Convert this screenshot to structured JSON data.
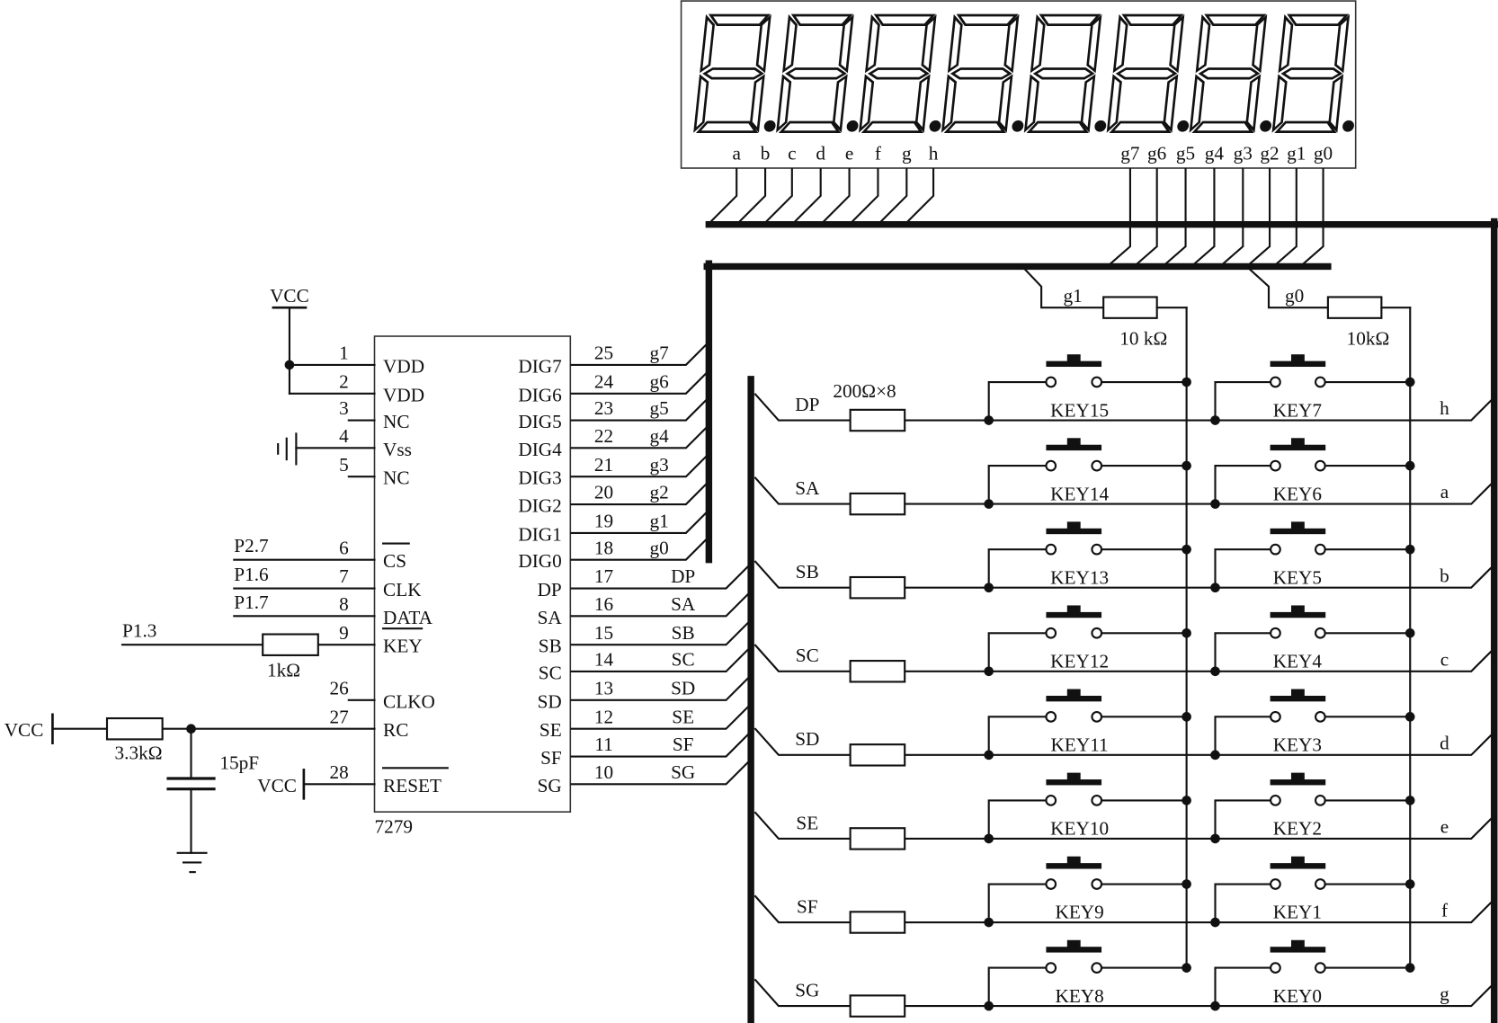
{
  "display": {
    "segment_labels": [
      "a",
      "b",
      "c",
      "d",
      "e",
      "f",
      "g",
      "h"
    ],
    "digit_labels": [
      "g7",
      "g6",
      "g5",
      "g4",
      "g3",
      "g2",
      "g1",
      "g0"
    ],
    "digit_count": 8
  },
  "chip": {
    "name": "7279",
    "left_pins": [
      {
        "num": "1",
        "name": "VDD"
      },
      {
        "num": "2",
        "name": "VDD"
      },
      {
        "num": "3",
        "name": "NC"
      },
      {
        "num": "4",
        "name": "Vss"
      },
      {
        "num": "5",
        "name": "NC"
      },
      {
        "num": "6",
        "name": "CS",
        "overline": true
      },
      {
        "num": "7",
        "name": "CLK"
      },
      {
        "num": "8",
        "name": "DATA"
      },
      {
        "num": "9",
        "name": "KEY",
        "overline": true
      },
      {
        "num": "26",
        "name": "CLKO"
      },
      {
        "num": "27",
        "name": "RC"
      },
      {
        "num": "28",
        "name": "RESET",
        "overline": true
      }
    ],
    "right_pins": [
      {
        "num": "25",
        "name": "DIG7",
        "net": "g7"
      },
      {
        "num": "24",
        "name": "DIG6",
        "net": "g6"
      },
      {
        "num": "23",
        "name": "DIG5",
        "net": "g5"
      },
      {
        "num": "22",
        "name": "DIG4",
        "net": "g4"
      },
      {
        "num": "21",
        "name": "DIG3",
        "net": "g3"
      },
      {
        "num": "20",
        "name": "DIG2",
        "net": "g2"
      },
      {
        "num": "19",
        "name": "DIG1",
        "net": "g1"
      },
      {
        "num": "18",
        "name": "DIG0",
        "net": "g0"
      },
      {
        "num": "17",
        "name": "DP",
        "net": "DP"
      },
      {
        "num": "16",
        "name": "SA",
        "net": "SA"
      },
      {
        "num": "15",
        "name": "SB",
        "net": "SB"
      },
      {
        "num": "14",
        "name": "SC",
        "net": "SC"
      },
      {
        "num": "13",
        "name": "SD",
        "net": "SD"
      },
      {
        "num": "12",
        "name": "SE",
        "net": "SE"
      },
      {
        "num": "11",
        "name": "SF",
        "net": "SF"
      },
      {
        "num": "10",
        "name": "SG",
        "net": "SG"
      }
    ]
  },
  "left_nets": {
    "vcc_top": "VCC",
    "p27": "P2.7",
    "p16": "P1.6",
    "p17": "P1.7",
    "p13": "P1.3",
    "r_key": "1kΩ",
    "vcc_rc": "VCC",
    "r_rc": "3.3kΩ",
    "cap": "15pF",
    "vcc_reset": "VCC"
  },
  "keypad": {
    "row_resistor_label": "200Ω×8",
    "col_left": {
      "net": "g1",
      "resistor": "10 kΩ"
    },
    "col_right": {
      "net": "g0",
      "resistor": "10kΩ"
    },
    "rows": [
      {
        "net": "DP",
        "seg": "h",
        "key_left": "KEY15",
        "key_right": "KEY7"
      },
      {
        "net": "SA",
        "seg": "a",
        "key_left": "KEY14",
        "key_right": "KEY6"
      },
      {
        "net": "SB",
        "seg": "b",
        "key_left": "KEY13",
        "key_right": "KEY5"
      },
      {
        "net": "SC",
        "seg": "c",
        "key_left": "KEY12",
        "key_right": "KEY4"
      },
      {
        "net": "SD",
        "seg": "d",
        "key_left": "KEY11",
        "key_right": "KEY3"
      },
      {
        "net": "SE",
        "seg": "e",
        "key_left": "KEY10",
        "key_right": "KEY2"
      },
      {
        "net": "SF",
        "seg": "f",
        "key_left": "KEY9",
        "key_right": "KEY1"
      },
      {
        "net": "SG",
        "seg": "g",
        "key_left": "KEY8",
        "key_right": "KEY0"
      }
    ]
  }
}
